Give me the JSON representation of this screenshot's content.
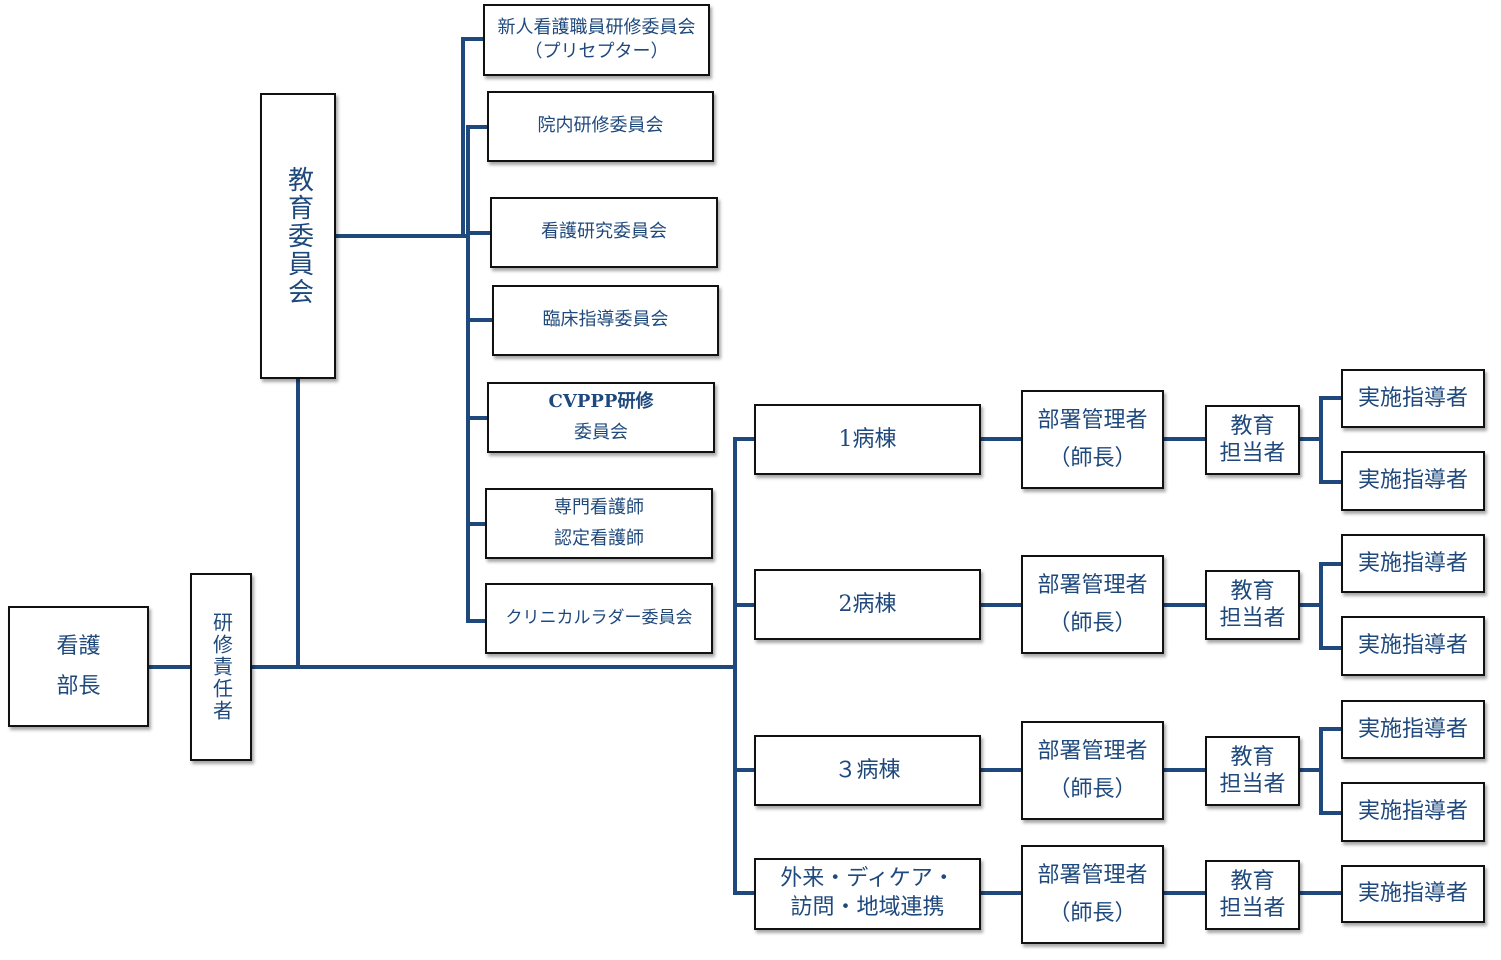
{
  "diagram": {
    "line_color": "#1f497d",
    "text_color": "#1f497d",
    "root": {
      "lines": [
        "看護",
        "部長"
      ]
    },
    "training_lead": {
      "label": "研修責任者"
    },
    "education_committee": {
      "label": "教育委員会"
    },
    "committees": [
      {
        "lines": [
          "新人看護職員研修委員会",
          "（プリセプター）"
        ]
      },
      {
        "lines": [
          "院内研修委員会"
        ]
      },
      {
        "lines": [
          "看護研究委員会"
        ]
      },
      {
        "lines": [
          "臨床指導委員会"
        ]
      },
      {
        "lines": [
          "CVPPP研修",
          "委員会"
        ]
      },
      {
        "lines": [
          "専門看護師",
          "認定看護師"
        ]
      },
      {
        "lines": [
          "クリニカルラダー委員会"
        ]
      }
    ],
    "wards": [
      {
        "lines": [
          "1病棟"
        ],
        "manager": [
          "部署管理者",
          "（師長）"
        ],
        "educator": [
          "教育",
          "担当者"
        ],
        "instructors": [
          "実施指導者",
          "実施指導者"
        ]
      },
      {
        "lines": [
          "2病棟"
        ],
        "manager": [
          "部署管理者",
          "（師長）"
        ],
        "educator": [
          "教育",
          "担当者"
        ],
        "instructors": [
          "実施指導者",
          "実施指導者"
        ]
      },
      {
        "lines": [
          "３病棟"
        ],
        "manager": [
          "部署管理者",
          "（師長）"
        ],
        "educator": [
          "教育",
          "担当者"
        ],
        "instructors": [
          "実施指導者",
          "実施指導者"
        ]
      },
      {
        "lines": [
          "外来・ディケア・",
          "訪問・地域連携"
        ],
        "manager": [
          "部署管理者",
          "（師長）"
        ],
        "educator": [
          "教育",
          "担当者"
        ],
        "instructors": [
          "実施指導者"
        ]
      }
    ]
  }
}
